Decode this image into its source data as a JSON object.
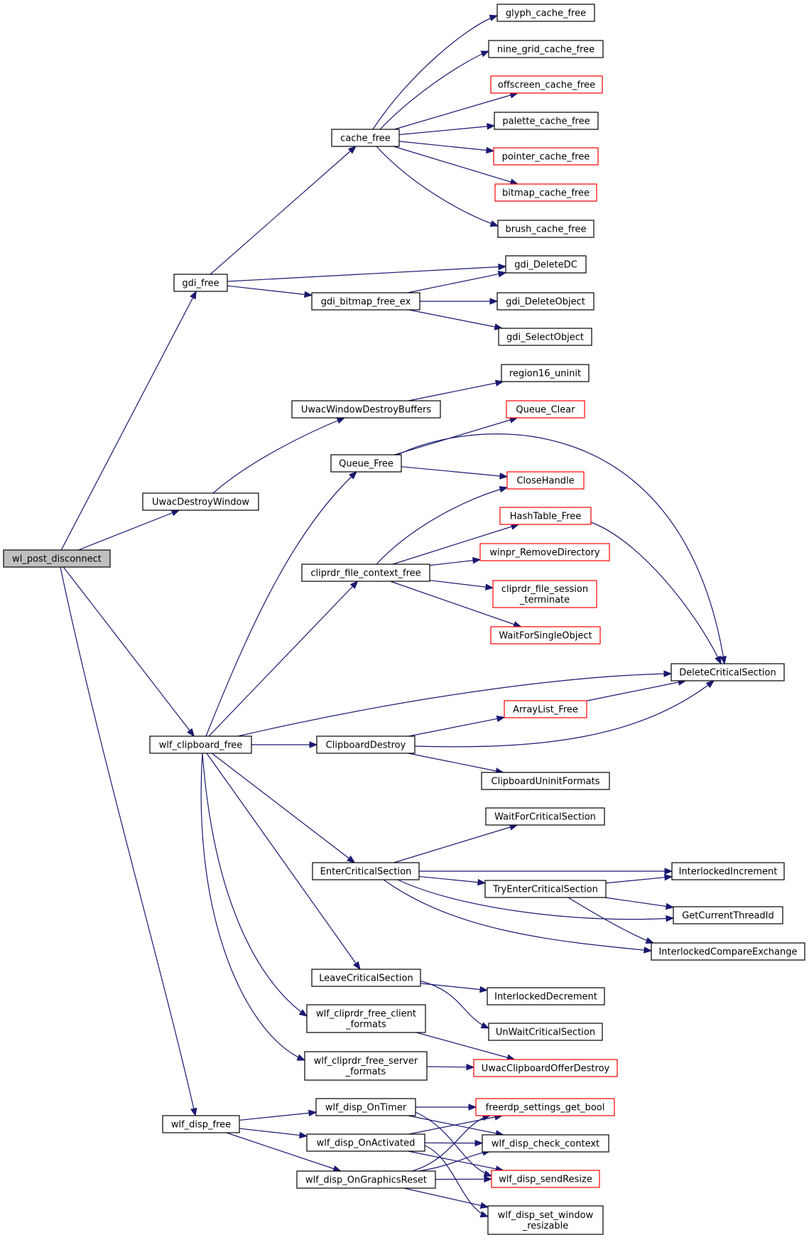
{
  "graph": {
    "nodes": [
      {
        "id": "wl_post_disconnect",
        "label": "wl_post_disconnect",
        "style": "root"
      },
      {
        "id": "gdi_free",
        "label": "gdi_free"
      },
      {
        "id": "UwacDestroyWindow",
        "label": "UwacDestroyWindow"
      },
      {
        "id": "wlf_clipboard_free",
        "label": "wlf_clipboard_free"
      },
      {
        "id": "wlf_disp_free",
        "label": "wlf_disp_free"
      },
      {
        "id": "cache_free",
        "label": "cache_free"
      },
      {
        "id": "gdi_bitmap_free_ex",
        "label": "gdi_bitmap_free_ex"
      },
      {
        "id": "UwacWindowDestroyBuffers",
        "label": "UwacWindowDestroyBuffers"
      },
      {
        "id": "Queue_Free",
        "label": "Queue_Free"
      },
      {
        "id": "cliprdr_file_context_free",
        "label": "cliprdr_file_context_free"
      },
      {
        "id": "ClipboardDestroy",
        "label": "ClipboardDestroy"
      },
      {
        "id": "EnterCriticalSection",
        "label": "EnterCriticalSection"
      },
      {
        "id": "LeaveCriticalSection",
        "label": "LeaveCriticalSection"
      },
      {
        "id": "wlf_cliprdr_free_client_formats",
        "label": "wlf_cliprdr_free_client\n_formats"
      },
      {
        "id": "wlf_cliprdr_free_server_formats",
        "label": "wlf_cliprdr_free_server\n_formats"
      },
      {
        "id": "wlf_disp_OnTimer",
        "label": "wlf_disp_OnTimer"
      },
      {
        "id": "wlf_disp_OnActivated",
        "label": "wlf_disp_OnActivated"
      },
      {
        "id": "wlf_disp_OnGraphicsReset",
        "label": "wlf_disp_OnGraphicsReset"
      },
      {
        "id": "glyph_cache_free",
        "label": "glyph_cache_free"
      },
      {
        "id": "nine_grid_cache_free",
        "label": "nine_grid_cache_free"
      },
      {
        "id": "offscreen_cache_free",
        "label": "offscreen_cache_free",
        "style": "red"
      },
      {
        "id": "palette_cache_free",
        "label": "palette_cache_free"
      },
      {
        "id": "pointer_cache_free",
        "label": "pointer_cache_free",
        "style": "red"
      },
      {
        "id": "bitmap_cache_free",
        "label": "bitmap_cache_free",
        "style": "red"
      },
      {
        "id": "brush_cache_free",
        "label": "brush_cache_free"
      },
      {
        "id": "gdi_DeleteDC",
        "label": "gdi_DeleteDC"
      },
      {
        "id": "gdi_DeleteObject",
        "label": "gdi_DeleteObject"
      },
      {
        "id": "gdi_SelectObject",
        "label": "gdi_SelectObject"
      },
      {
        "id": "region16_uninit",
        "label": "region16_uninit"
      },
      {
        "id": "Queue_Clear",
        "label": "Queue_Clear",
        "style": "red"
      },
      {
        "id": "CloseHandle",
        "label": "CloseHandle",
        "style": "red"
      },
      {
        "id": "HashTable_Free",
        "label": "HashTable_Free",
        "style": "red"
      },
      {
        "id": "winpr_RemoveDirectory",
        "label": "winpr_RemoveDirectory",
        "style": "red"
      },
      {
        "id": "cliprdr_file_session_terminate",
        "label": "cliprdr_file_session\n_terminate",
        "style": "red"
      },
      {
        "id": "WaitForSingleObject",
        "label": "WaitForSingleObject",
        "style": "red"
      },
      {
        "id": "DeleteCriticalSection",
        "label": "DeleteCriticalSection"
      },
      {
        "id": "ArrayList_Free",
        "label": "ArrayList_Free",
        "style": "red"
      },
      {
        "id": "ClipboardUninitFormats",
        "label": "ClipboardUninitFormats"
      },
      {
        "id": "WaitForCriticalSection",
        "label": "WaitForCriticalSection"
      },
      {
        "id": "InterlockedIncrement",
        "label": "InterlockedIncrement"
      },
      {
        "id": "TryEnterCriticalSection",
        "label": "TryEnterCriticalSection"
      },
      {
        "id": "GetCurrentThreadId",
        "label": "GetCurrentThreadId"
      },
      {
        "id": "InterlockedCompareExchange",
        "label": "InterlockedCompareExchange"
      },
      {
        "id": "InterlockedDecrement",
        "label": "InterlockedDecrement"
      },
      {
        "id": "UnWaitCriticalSection",
        "label": "UnWaitCriticalSection"
      },
      {
        "id": "UwacClipboardOfferDestroy",
        "label": "UwacClipboardOfferDestroy",
        "style": "red"
      },
      {
        "id": "freerdp_settings_get_bool",
        "label": "freerdp_settings_get_bool",
        "style": "red"
      },
      {
        "id": "wlf_disp_check_context",
        "label": "wlf_disp_check_context"
      },
      {
        "id": "wlf_disp_sendResize",
        "label": "wlf_disp_sendResize",
        "style": "red"
      },
      {
        "id": "wlf_disp_set_window_resizable",
        "label": "wlf_disp_set_window\n_resizable"
      }
    ],
    "edges": [
      [
        "wl_post_disconnect",
        "gdi_free"
      ],
      [
        "wl_post_disconnect",
        "UwacDestroyWindow"
      ],
      [
        "wl_post_disconnect",
        "wlf_clipboard_free"
      ],
      [
        "wl_post_disconnect",
        "wlf_disp_free"
      ],
      [
        "gdi_free",
        "cache_free"
      ],
      [
        "gdi_free",
        "gdi_DeleteDC"
      ],
      [
        "gdi_free",
        "gdi_bitmap_free_ex"
      ],
      [
        "cache_free",
        "glyph_cache_free"
      ],
      [
        "cache_free",
        "nine_grid_cache_free"
      ],
      [
        "cache_free",
        "offscreen_cache_free"
      ],
      [
        "cache_free",
        "palette_cache_free"
      ],
      [
        "cache_free",
        "pointer_cache_free"
      ],
      [
        "cache_free",
        "bitmap_cache_free"
      ],
      [
        "cache_free",
        "brush_cache_free"
      ],
      [
        "gdi_bitmap_free_ex",
        "gdi_DeleteDC"
      ],
      [
        "gdi_bitmap_free_ex",
        "gdi_DeleteObject"
      ],
      [
        "gdi_bitmap_free_ex",
        "gdi_SelectObject"
      ],
      [
        "UwacDestroyWindow",
        "UwacWindowDestroyBuffers"
      ],
      [
        "UwacWindowDestroyBuffers",
        "region16_uninit"
      ],
      [
        "wlf_clipboard_free",
        "Queue_Free"
      ],
      [
        "wlf_clipboard_free",
        "cliprdr_file_context_free"
      ],
      [
        "wlf_clipboard_free",
        "DeleteCriticalSection"
      ],
      [
        "wlf_clipboard_free",
        "ClipboardDestroy"
      ],
      [
        "wlf_clipboard_free",
        "EnterCriticalSection"
      ],
      [
        "wlf_clipboard_free",
        "LeaveCriticalSection"
      ],
      [
        "wlf_clipboard_free",
        "wlf_cliprdr_free_client_formats"
      ],
      [
        "wlf_clipboard_free",
        "wlf_cliprdr_free_server_formats"
      ],
      [
        "Queue_Free",
        "Queue_Clear"
      ],
      [
        "Queue_Free",
        "CloseHandle"
      ],
      [
        "Queue_Free",
        "DeleteCriticalSection"
      ],
      [
        "cliprdr_file_context_free",
        "CloseHandle"
      ],
      [
        "cliprdr_file_context_free",
        "HashTable_Free"
      ],
      [
        "cliprdr_file_context_free",
        "winpr_RemoveDirectory"
      ],
      [
        "cliprdr_file_context_free",
        "cliprdr_file_session_terminate"
      ],
      [
        "cliprdr_file_context_free",
        "WaitForSingleObject"
      ],
      [
        "HashTable_Free",
        "DeleteCriticalSection"
      ],
      [
        "ClipboardDestroy",
        "ArrayList_Free"
      ],
      [
        "ClipboardDestroy",
        "DeleteCriticalSection"
      ],
      [
        "ClipboardDestroy",
        "ClipboardUninitFormats"
      ],
      [
        "ArrayList_Free",
        "DeleteCriticalSection"
      ],
      [
        "EnterCriticalSection",
        "WaitForCriticalSection"
      ],
      [
        "EnterCriticalSection",
        "InterlockedIncrement"
      ],
      [
        "EnterCriticalSection",
        "TryEnterCriticalSection"
      ],
      [
        "EnterCriticalSection",
        "GetCurrentThreadId"
      ],
      [
        "EnterCriticalSection",
        "InterlockedCompareExchange"
      ],
      [
        "TryEnterCriticalSection",
        "InterlockedIncrement"
      ],
      [
        "TryEnterCriticalSection",
        "GetCurrentThreadId"
      ],
      [
        "TryEnterCriticalSection",
        "InterlockedCompareExchange"
      ],
      [
        "LeaveCriticalSection",
        "InterlockedDecrement"
      ],
      [
        "LeaveCriticalSection",
        "UnWaitCriticalSection"
      ],
      [
        "wlf_cliprdr_free_client_formats",
        "UwacClipboardOfferDestroy"
      ],
      [
        "wlf_cliprdr_free_server_formats",
        "UwacClipboardOfferDestroy"
      ],
      [
        "wlf_disp_free",
        "wlf_disp_OnTimer"
      ],
      [
        "wlf_disp_free",
        "wlf_disp_OnActivated"
      ],
      [
        "wlf_disp_free",
        "wlf_disp_OnGraphicsReset"
      ],
      [
        "wlf_disp_OnTimer",
        "freerdp_settings_get_bool"
      ],
      [
        "wlf_disp_OnTimer",
        "wlf_disp_check_context"
      ],
      [
        "wlf_disp_OnTimer",
        "wlf_disp_sendResize"
      ],
      [
        "wlf_disp_OnActivated",
        "freerdp_settings_get_bool"
      ],
      [
        "wlf_disp_OnActivated",
        "wlf_disp_check_context"
      ],
      [
        "wlf_disp_OnActivated",
        "wlf_disp_sendResize"
      ],
      [
        "wlf_disp_OnActivated",
        "wlf_disp_set_window_resizable"
      ],
      [
        "wlf_disp_OnGraphicsReset",
        "freerdp_settings_get_bool"
      ],
      [
        "wlf_disp_OnGraphicsReset",
        "wlf_disp_check_context"
      ],
      [
        "wlf_disp_OnGraphicsReset",
        "wlf_disp_sendResize"
      ],
      [
        "wlf_disp_OnGraphicsReset",
        "wlf_disp_set_window_resizable"
      ]
    ]
  }
}
